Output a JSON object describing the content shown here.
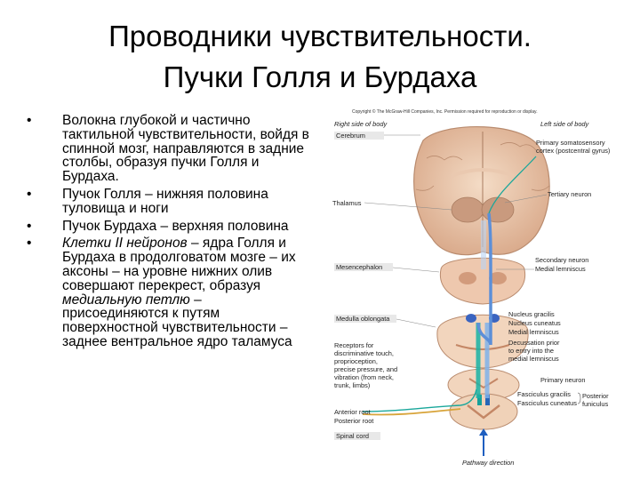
{
  "title": {
    "line1": "Проводники чувствительности.",
    "line2": "Пучки Голля и Бурдаха"
  },
  "bullets": {
    "b1": "Волокна глубокой и частично тактильной чувствительности, войдя в спинной мозг, направляются в задние столбы, образуя пучки Голля и Бурдаха.",
    "b2": "Пучок Голля – нижняя половина туловища и ноги",
    "b3": "Пучок Бурдаха – верхняя половина",
    "b4_italic1": "Клетки II нейронов",
    "b4_text1": " – ядра Голля и Бурдаха в продолговатом мозге – их аксоны – на уровне нижних олив совершают перекрест, образуя ",
    "b4_italic2": "медиальную петлю",
    "b4_text2": " – присоединяются к путям поверхностной чувствительности – заднее вентральное ядро таламуса"
  },
  "figure": {
    "copyright": "Copyright © The McGraw-Hill Companies, Inc. Permission required for reproduction or display.",
    "right_side": "Right side of body",
    "left_side": "Left side of body",
    "cerebrum": "Cerebrum",
    "thalamus": "Thalamus",
    "mesencephalon": "Mesencephalon",
    "medulla": "Medulla oblongata",
    "spinal_cord": "Spinal cord",
    "primary_cortex_1": "Primary somatosensory",
    "primary_cortex_2": "cortex (postcentral gyrus)",
    "tertiary": "Tertiary neuron",
    "secondary": "Secondary neuron",
    "medial_lemniscus_1": "Medial lemniscus",
    "nucleus_gracilis": "Nucleus gracilis",
    "nucleus_cuneatus": "Nucleus cuneatus",
    "medial_lemniscus_2": "Medial lemniscus",
    "decussation_1": "Decussation prior",
    "decussation_2": "to entry into the",
    "decussation_3": "medial lemniscus",
    "receptors_1": "Receptors for",
    "receptors_2": "discriminative touch,",
    "receptors_3": "proprioception,",
    "receptors_4": "precise pressure, and",
    "receptors_5": "vibration (from neck,",
    "receptors_6": "trunk, limbs)",
    "primary_neuron": "Primary neuron",
    "fasciculus_gracilis": "Fasciculus gracilis",
    "fasciculus_cuneatus": "Fasciculus cuneatus",
    "posterior_funiculus_1": "Posterior",
    "posterior_funiculus_2": "funiculus",
    "anterior_root": "Anterior root",
    "posterior_root": "Posterior root",
    "pathway_direction": "Pathway direction"
  }
}
